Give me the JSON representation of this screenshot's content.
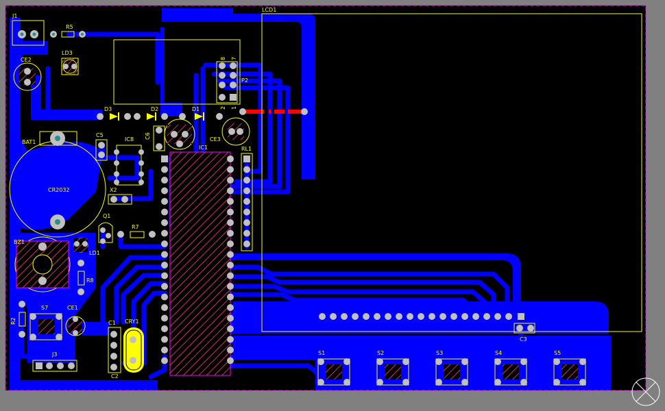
{
  "colors": {
    "background": "#808080",
    "board": "#000000",
    "copper": "#0000ff",
    "silk": "#ffff00",
    "pad": "#c0c0c0",
    "hole": "#2e8b8b",
    "outline": "#ff00ff",
    "pad_red": "#ff0000",
    "keepout": "#ff0000",
    "hatch": "#cc3366"
  },
  "labels": {
    "j1": "J1",
    "r5": "R5",
    "ld3": "LD3",
    "ce2": "CE2",
    "bat1": "BAT1",
    "cr2032": "CR2032",
    "c5": "C5",
    "ic8": "IC8",
    "c6": "C6",
    "d3": "D3",
    "d2": "D2",
    "d1": "D1",
    "ce3": "CE3",
    "ic1": "IC1",
    "rl1": "RL1",
    "p2": "P2",
    "x2": "X2",
    "q1": "Q1",
    "r7": "R7",
    "bz1": "BZ1",
    "ld1": "LD1",
    "r8": "R8",
    "r2": "R2",
    "s7": "S7",
    "ce1": "CE1",
    "j3": "J3",
    "c1": "C1",
    "c2": "C2",
    "cry1": "CRY1",
    "lcd1": "LCD1",
    "c3": "C3",
    "s1": "S1",
    "s2": "S2",
    "s3": "S3",
    "s4": "S4",
    "s5": "S5",
    "p2_pin8": "8",
    "p2_pin7": "7",
    "p2_pin2": "2",
    "p2_pin1": "1"
  }
}
